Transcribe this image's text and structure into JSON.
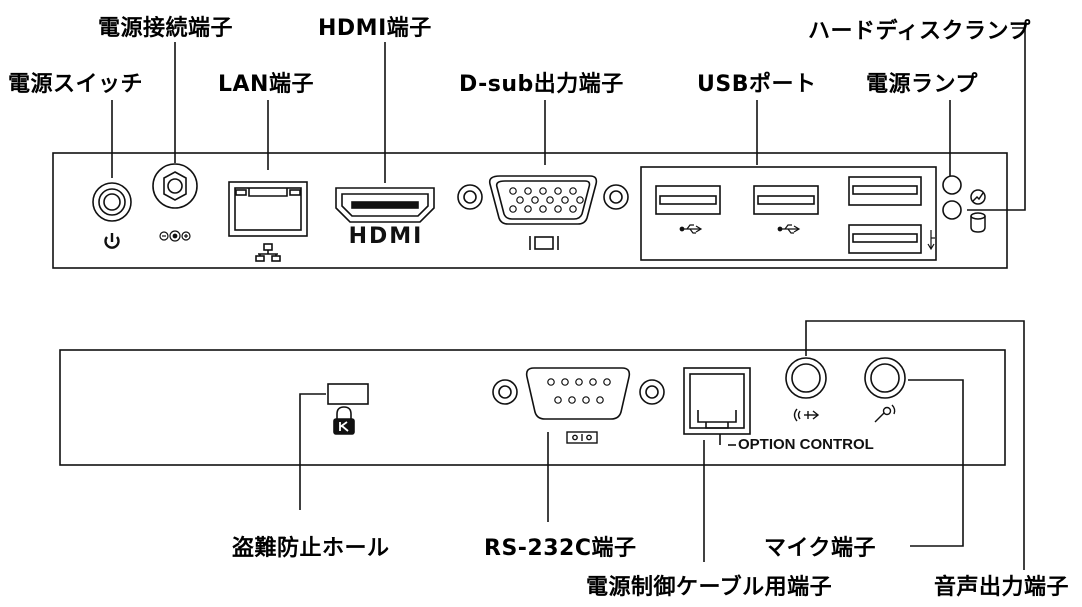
{
  "top_panel": {
    "labels": {
      "power_switch": "電源スイッチ",
      "power_connector": "電源接続端子",
      "lan": "LAN端子",
      "hdmi": "HDMI端子",
      "dsub": "D-sub出力端子",
      "usb": "USBポート",
      "power_lamp": "電源ランプ",
      "hdd_lamp": "ハードディスクランプ"
    },
    "hdmi_logo": "HDMI"
  },
  "bottom_panel": {
    "labels": {
      "security_hole": "盗難防止ホール",
      "rs232c": "RS-232C端子",
      "power_control": "電源制御ケーブル用端子",
      "mic": "マイク端子",
      "audio_out": "音声出力端子"
    },
    "option_control": "OPTION CONTROL"
  },
  "colors": {
    "line": "#111111",
    "panel_fill": "#ffffff"
  }
}
